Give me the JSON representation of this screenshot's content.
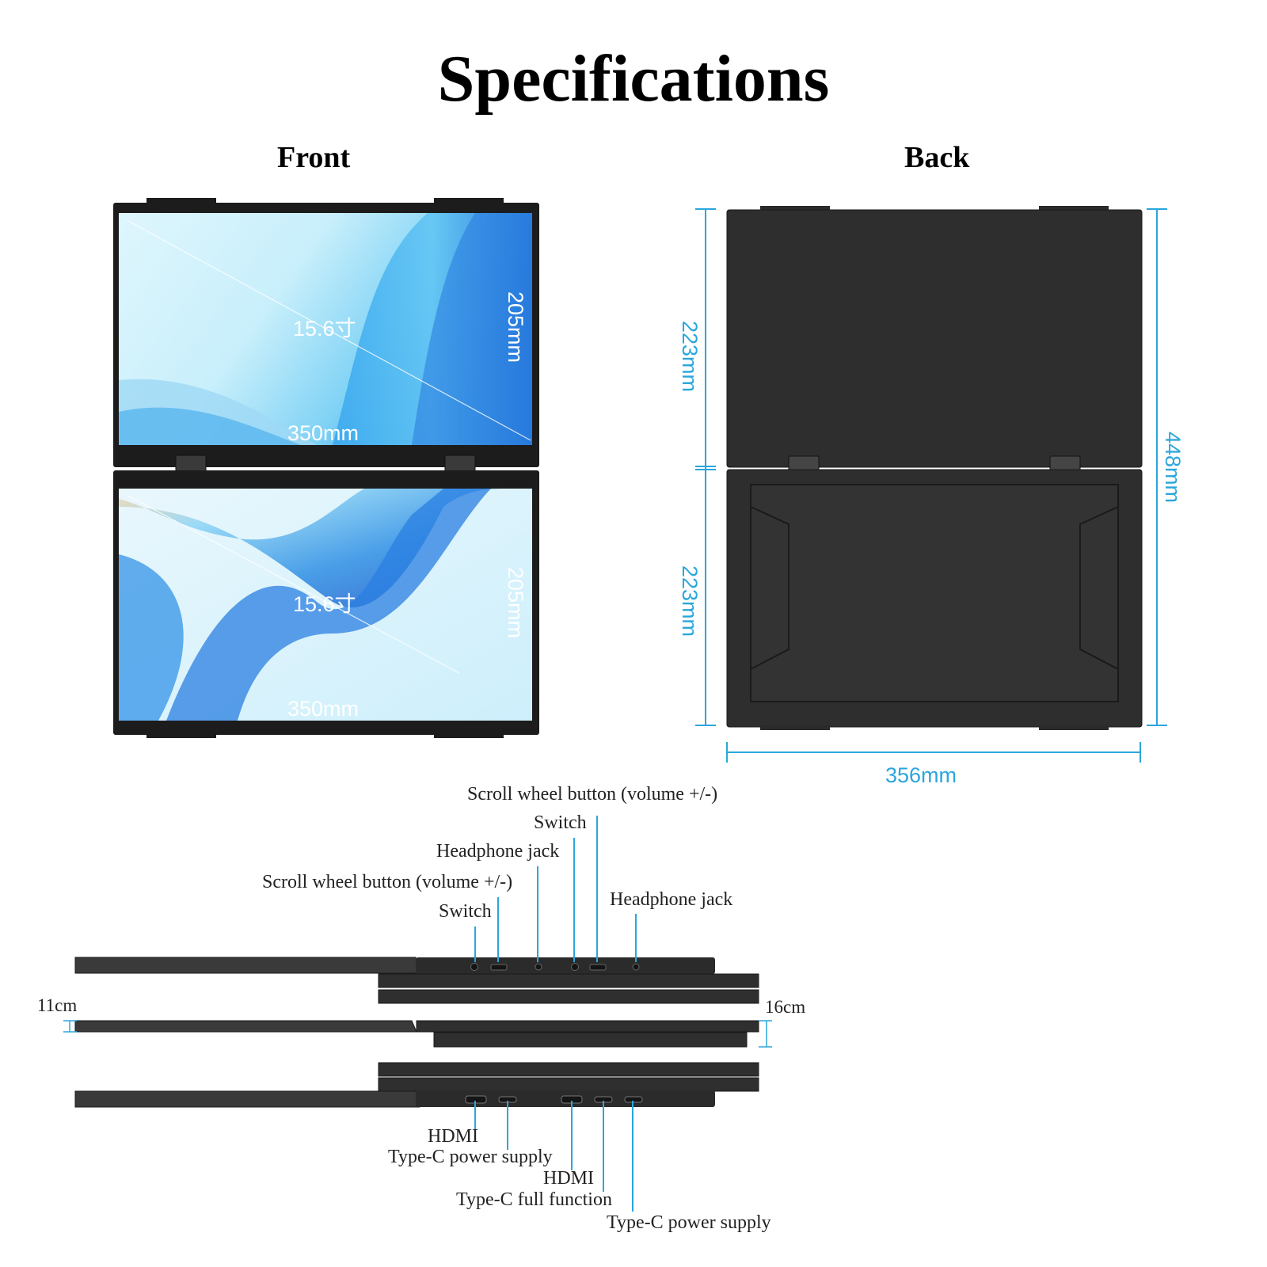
{
  "title": "Specifications",
  "front": {
    "heading": "Front",
    "screen_diagonal": "15.6寸",
    "screen_height": "205mm",
    "screen_width": "350mm"
  },
  "back": {
    "heading": "Back",
    "upper_height": "223mm",
    "lower_height": "223mm",
    "total_height": "448mm",
    "width": "356mm"
  },
  "side": {
    "top_labels": {
      "scroll_right": "Scroll wheel button (volume +/-)",
      "switch_right": "Switch",
      "headphone_mid": "Headphone jack",
      "scroll_left": "Scroll wheel button (volume +/-)",
      "switch_left": "Switch",
      "headphone_right": "Headphone jack"
    },
    "thickness_left": "11cm",
    "thickness_right": "16cm",
    "bottom_labels": {
      "hdmi_1": "HDMI",
      "typec_power_1": "Type-C power supply",
      "hdmi_2": "HDMI",
      "typec_full": "Type-C full function",
      "typec_power_2": "Type-C power supply"
    }
  },
  "colors": {
    "dimension": "#2aa6dc",
    "device": "#2b2b2b",
    "bezel": "#1c1c1c",
    "screen_light": "#c9f0fb"
  }
}
